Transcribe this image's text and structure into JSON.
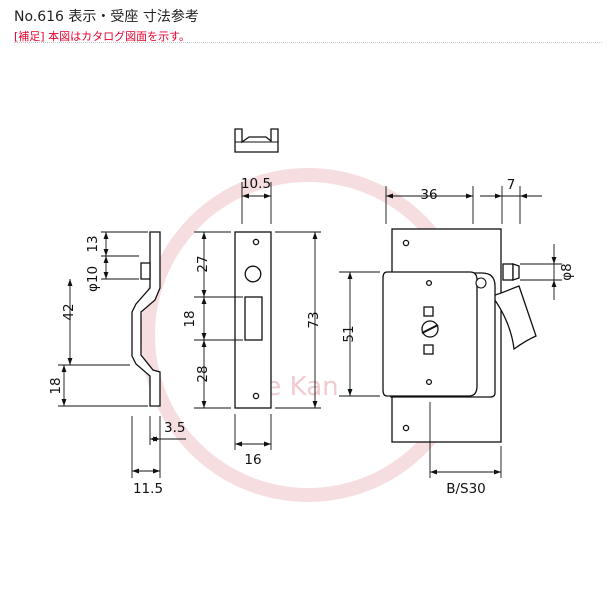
{
  "header": {
    "title": "No.616 表示・受座 寸法参考",
    "note": "[補足] 本図はカタログ図面を示す。"
  },
  "watermark": {
    "text": "Toe Kan"
  },
  "colors": {
    "line": "#111111",
    "note": "#e6002d",
    "watermark": "#f4d5d8"
  },
  "dimensions": {
    "side_view": {
      "d13": "13",
      "dphi10": "φ10",
      "d42": "42",
      "d18": "18",
      "d3_5": "3.5",
      "d11_5": "11.5"
    },
    "strike_plate": {
      "d10_5": "10.5",
      "d27": "27",
      "d18": "18",
      "d28": "28",
      "d73": "73",
      "d16": "16"
    },
    "lock_body": {
      "d36": "36",
      "d7": "7",
      "dphi8": "φ8",
      "d51": "51",
      "backset": "B/S30"
    }
  }
}
